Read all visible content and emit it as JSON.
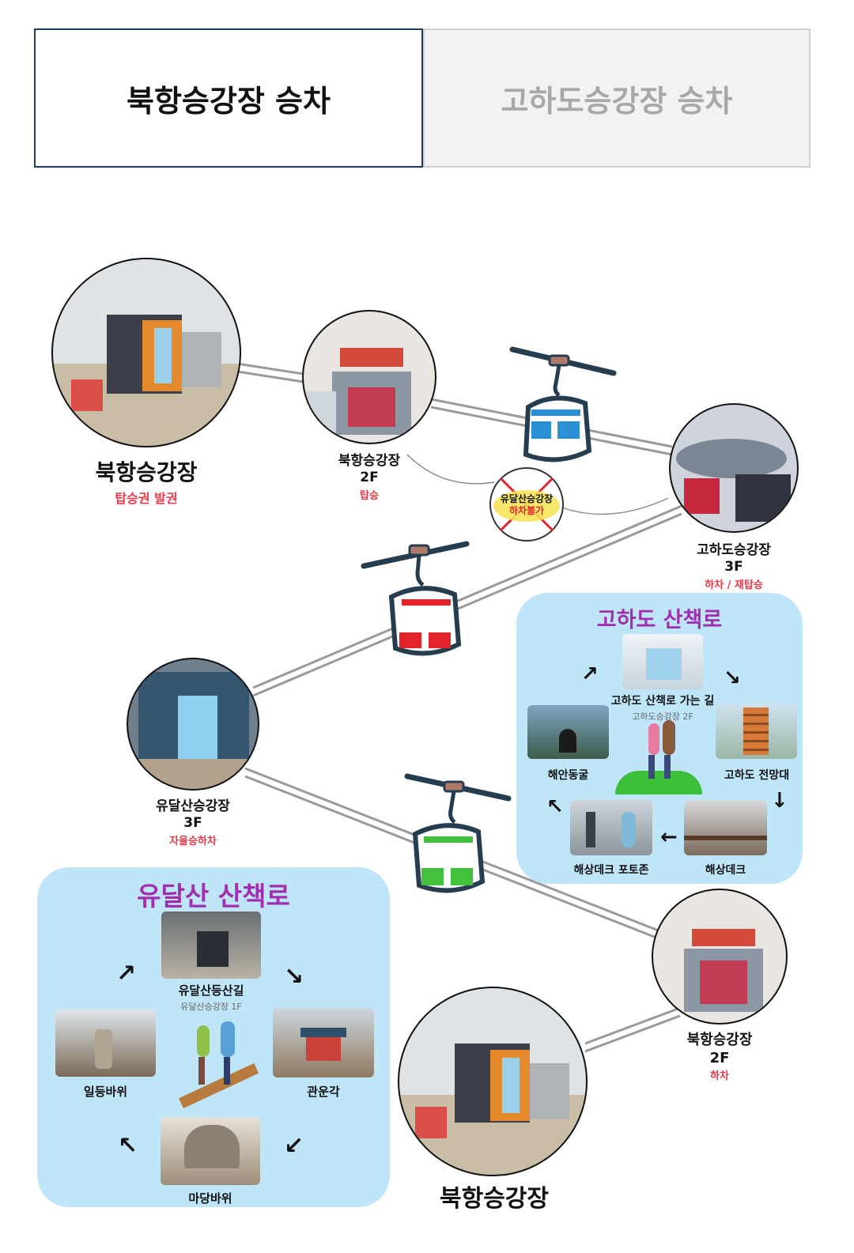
{
  "tabs": {
    "active": "북항승강장 승차",
    "inactive": "고하도승강장 승차"
  },
  "stations": {
    "bukhang_start": {
      "name": "북항승강장",
      "note": "탑승권 발권"
    },
    "bukhang_2f_board": {
      "name": "북항승강장",
      "floor": "2F",
      "note": "탑승"
    },
    "no_stop": {
      "line1": "유달산승강장",
      "line2": "하차불가"
    },
    "gohado_3f": {
      "name": "고하도승강장",
      "floor": "3F",
      "note": "하차 / 재탑승"
    },
    "yudalsan_3f": {
      "name": "유달산승강장",
      "floor": "3F",
      "note": "자율승하차"
    },
    "bukhang_2f_exit": {
      "name": "북항승강장",
      "floor": "2F",
      "note": "하차"
    },
    "bukhang_end": {
      "name": "북항승강장"
    }
  },
  "gohado_trail": {
    "title": "고하도 산책로",
    "path": "고하도 산책로 가는 길",
    "path_sub": "고하도승강장 2F",
    "tower": "고하도 전망대",
    "cave": "해안동굴",
    "deck": "해상데크",
    "photo": "해상데크 포토존"
  },
  "yudalsan_trail": {
    "title": "유달산 산책로",
    "path": "유달산등산길",
    "path_sub": "유달산승강장 1F",
    "rock1": "일등바위",
    "pavilion": "관운각",
    "rock2": "마당바위"
  },
  "colors": {
    "cable_blue": "#2b8fd6",
    "cable_red": "#e4242b",
    "cable_green": "#43c13b",
    "accent_red": "#e83b4a",
    "trail_title": "#a12eb0",
    "panel_bg": "#bfe6f8",
    "tab_border": "#1f3b63"
  }
}
